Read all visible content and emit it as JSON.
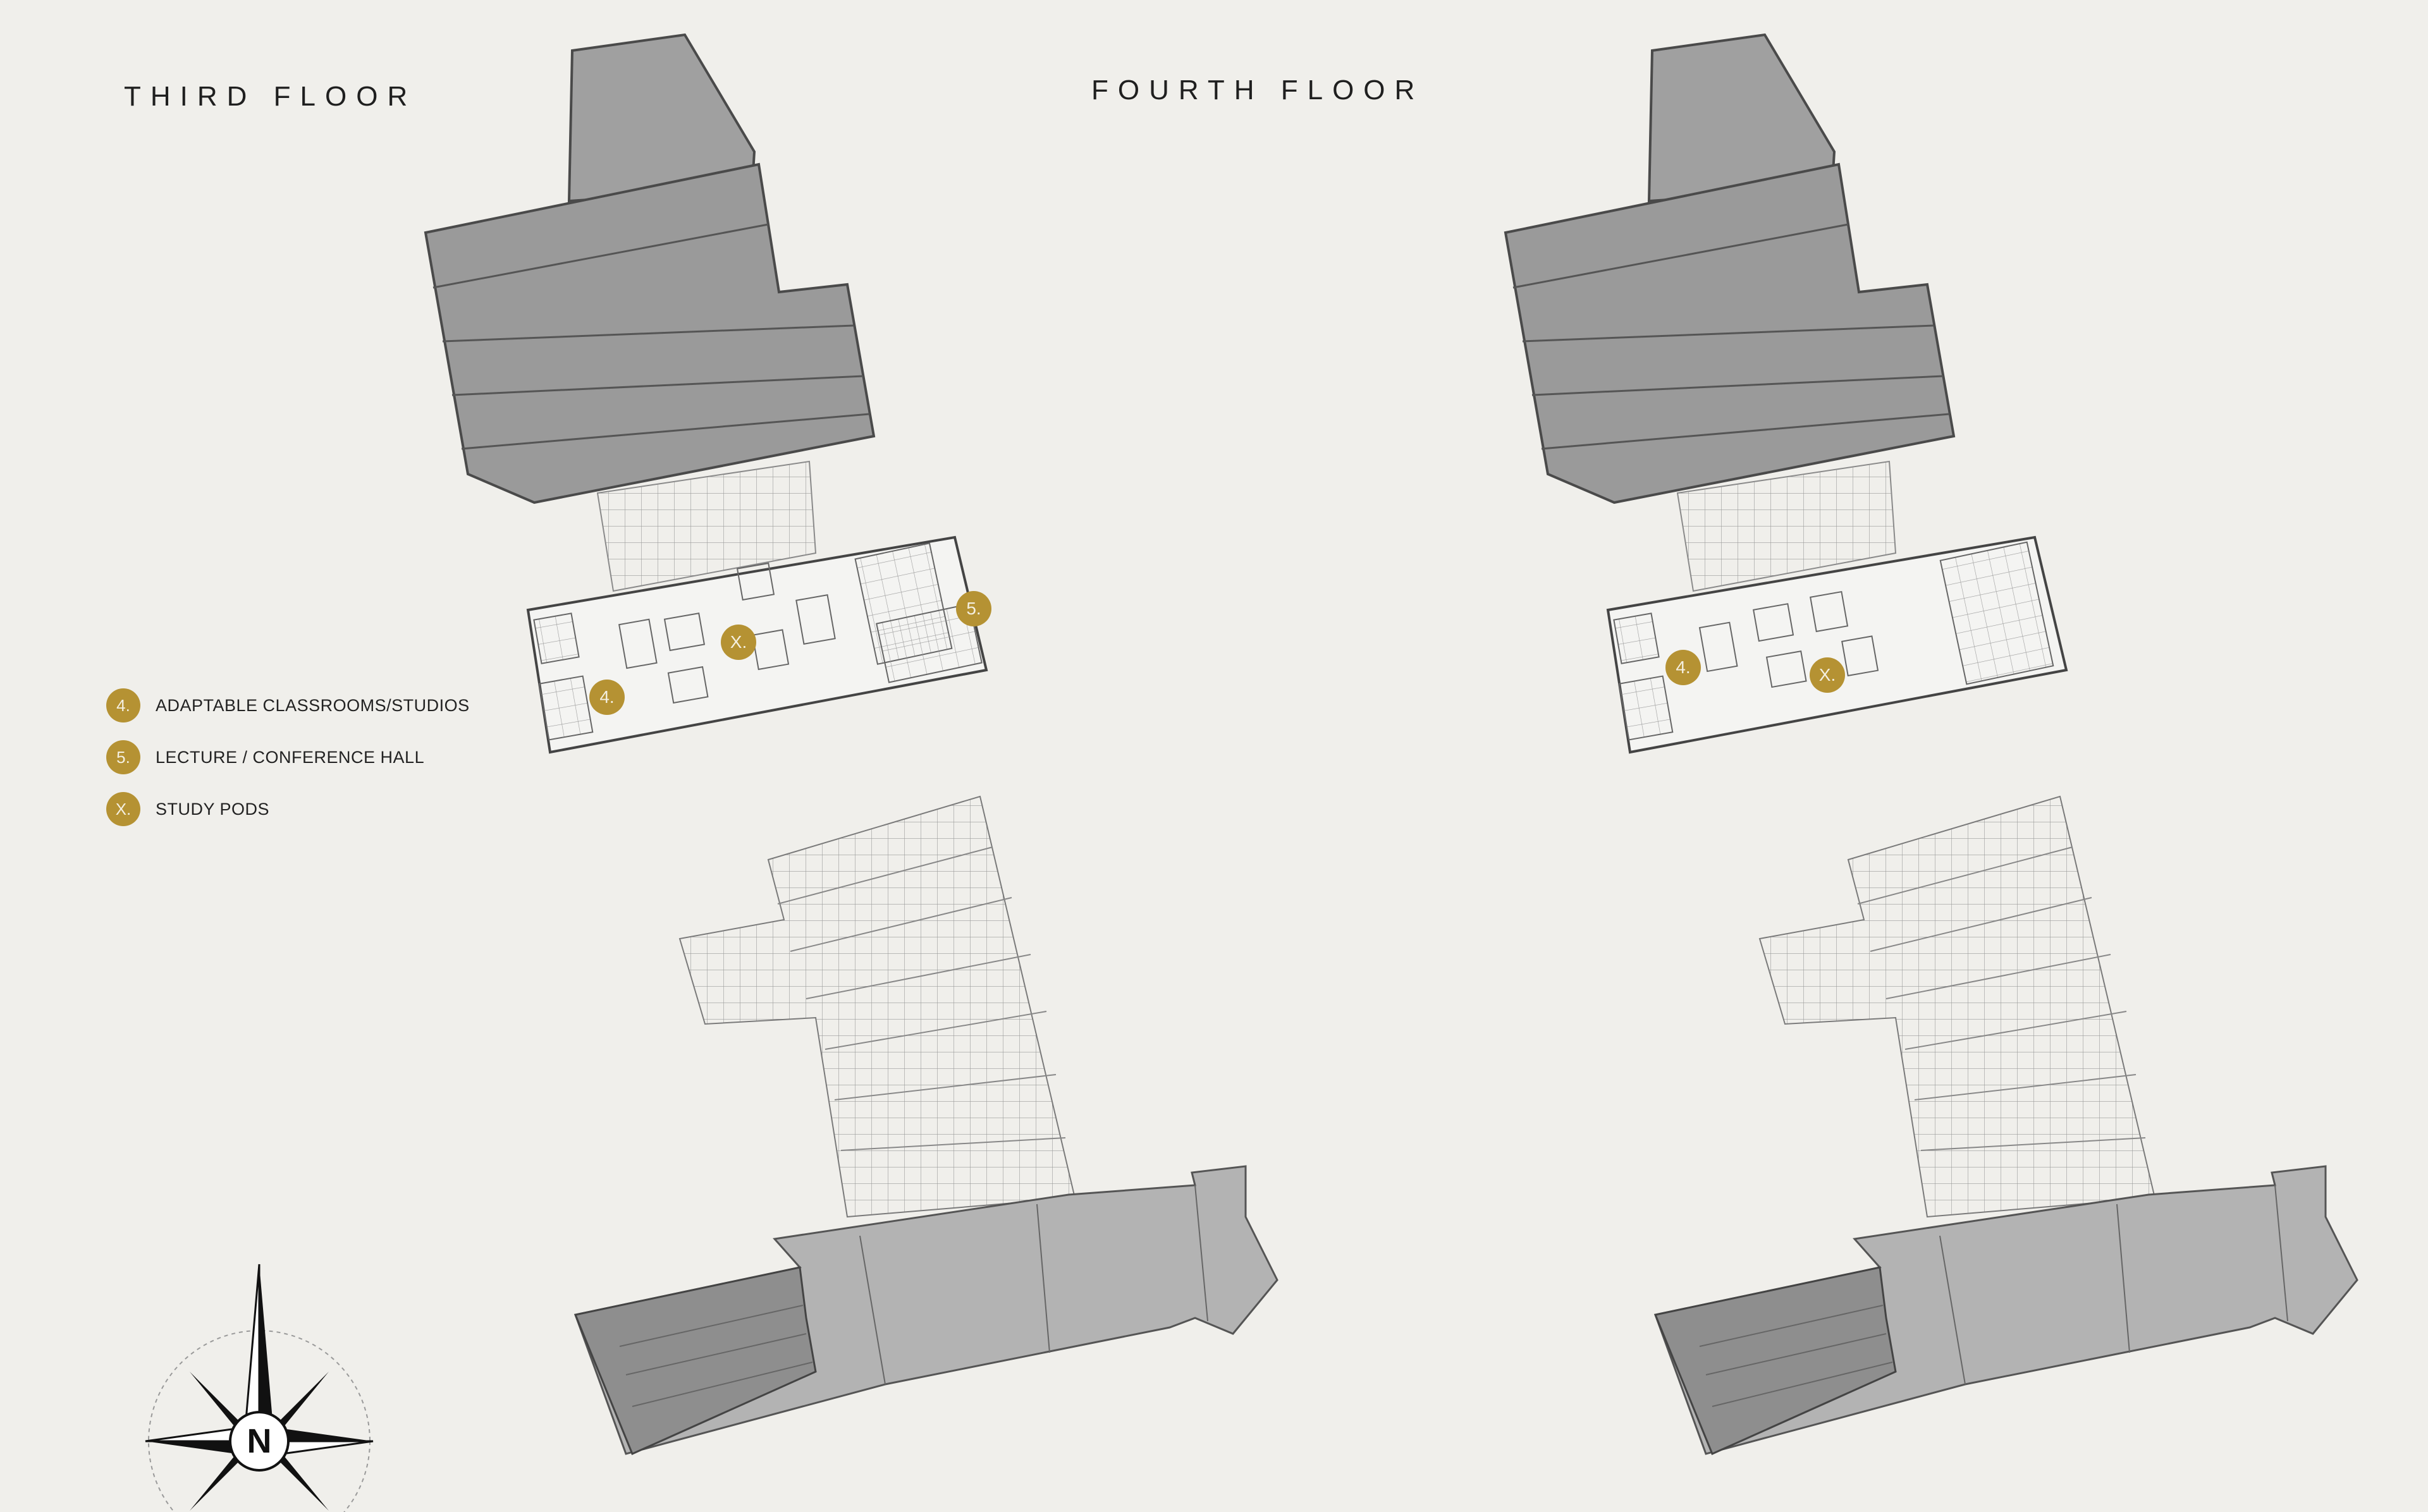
{
  "titles": {
    "third": "THIRD FLOOR",
    "fourth": "FOURTH FLOOR"
  },
  "legend": [
    {
      "marker": "4.",
      "label": "ADAPTABLE CLASSROOMS/STUDIOS"
    },
    {
      "marker": "5.",
      "label": "LECTURE / CONFERENCE HALL"
    },
    {
      "marker": "X.",
      "label": "STUDY PODS"
    }
  ],
  "markers": {
    "third": [
      "X.",
      "5.",
      "4."
    ],
    "fourth": [
      "4.",
      "X."
    ]
  },
  "compass": {
    "label": "N"
  },
  "colors": {
    "accent": "#b59233",
    "roof_dark": "#8e8e8e",
    "roof_light": "#b3b3b3",
    "line": "#5a5a5a",
    "paper": "#f0efeb"
  }
}
